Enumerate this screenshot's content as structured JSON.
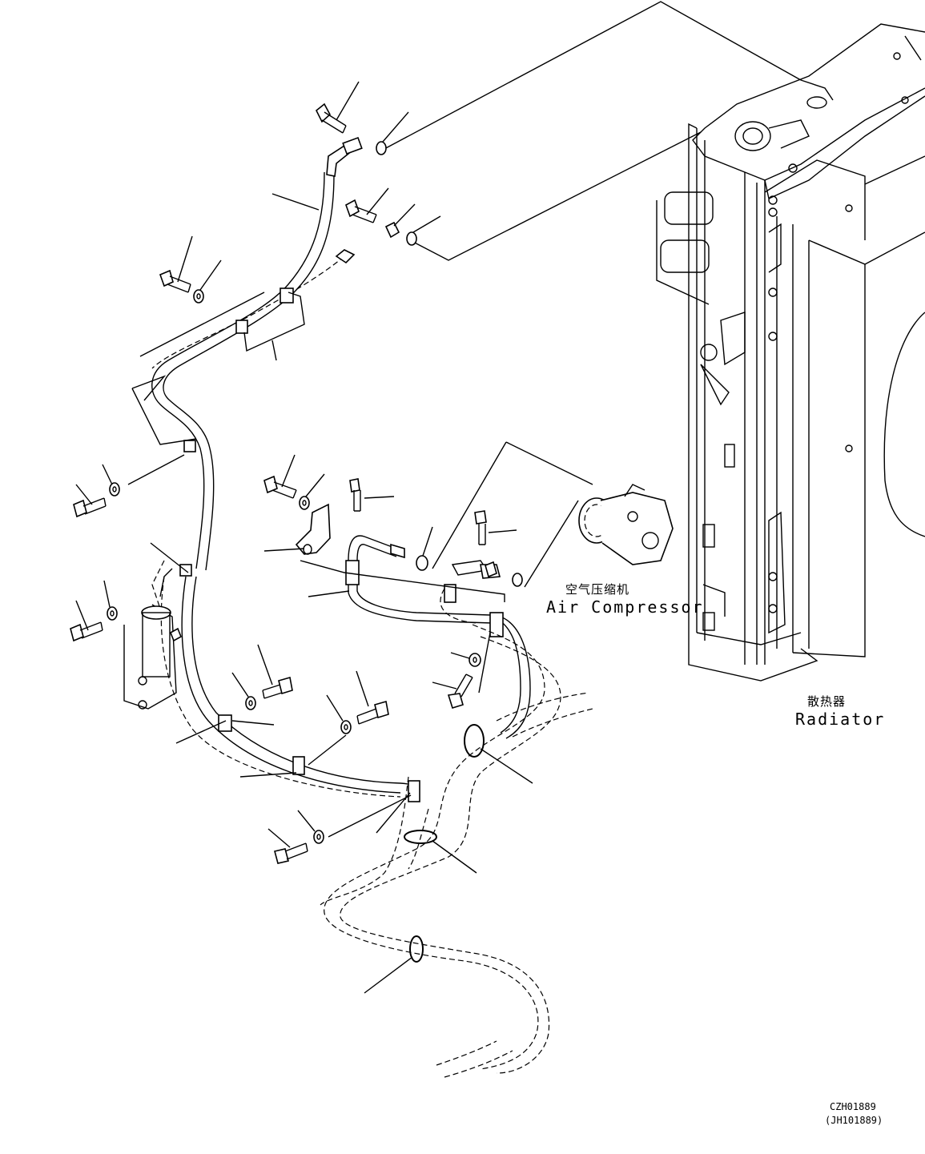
{
  "labels": {
    "compressor_cn": "空气压缩机",
    "compressor_en": "Air Compressor",
    "radiator_cn": "散热器",
    "radiator_en": "Radiator",
    "drawing_code": "CZH01889",
    "drawing_code_alt": "(JH101889)"
  },
  "icons": {
    "bolt": "bolt-icon",
    "washer": "washer-icon",
    "o_ring": "o-ring-icon",
    "clamp": "clamp-icon",
    "compressor": "air-compressor-icon",
    "receiver_drier": "receiver-drier-icon",
    "radiator": "radiator-icon"
  },
  "colors": {
    "line": "#000000",
    "background": "#ffffff"
  }
}
